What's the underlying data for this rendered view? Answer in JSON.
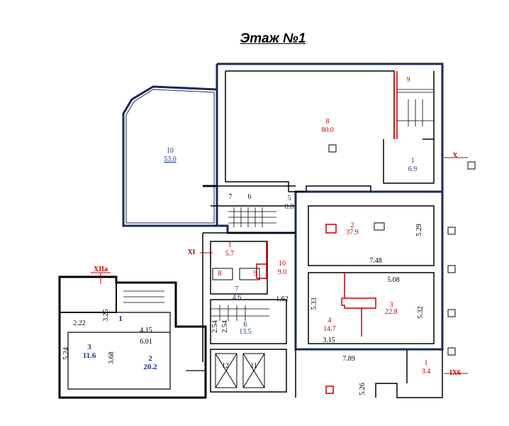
{
  "title": "Этаж №1",
  "rooms": [
    {
      "id": "room-10",
      "num": "10",
      "area": "53.0",
      "color": "blue"
    },
    {
      "id": "room-8",
      "num": "8",
      "area": "80.0",
      "color": "red"
    },
    {
      "id": "room-9",
      "num": "9",
      "area": "",
      "color": "red"
    },
    {
      "id": "room-1-top",
      "num": "1",
      "area": "6.9",
      "color": "blue"
    },
    {
      "id": "room-5",
      "num": "5",
      "area": "8.8",
      "color": "blue"
    },
    {
      "id": "room-2",
      "num": "2",
      "area": "37.9",
      "color": "red"
    },
    {
      "id": "room-1-mid",
      "num": "1",
      "area": "5.7",
      "color": "red"
    },
    {
      "id": "room-10-mid",
      "num": "10",
      "area": "9.0",
      "color": "red"
    },
    {
      "id": "room-7",
      "num": "7",
      "area": "4.6",
      "color": "blue"
    },
    {
      "id": "room-6",
      "num": "6",
      "area": "13.5",
      "color": "blue"
    },
    {
      "id": "room-3",
      "num": "3",
      "area": "22.8",
      "color": "red"
    },
    {
      "id": "room-4",
      "num": "4",
      "area": "14.7",
      "color": "red"
    },
    {
      "id": "room-1-bottom",
      "num": "1",
      "area": "3.4",
      "color": "red"
    },
    {
      "id": "room-3-left",
      "num": "3",
      "area": "11.6",
      "color": "blue"
    },
    {
      "id": "room-2-left",
      "num": "2",
      "area": "20.2",
      "color": "blue"
    },
    {
      "id": "room-1-left",
      "num": "1",
      "area": "",
      "color": "blue"
    }
  ],
  "small_labels": {
    "seven_small": "7",
    "six_small": "6",
    "eight_wc": "8",
    "nine_wc": "9",
    "twelve": "12",
    "eleven": "11"
  },
  "dimensions": {
    "d529": "5.29",
    "d748": "7.48",
    "d508": "5.08",
    "d533": "5.33",
    "d532": "5.32",
    "d315": "3.15",
    "d789": "7.89",
    "d526": "5.26",
    "d162": "1.62",
    "d254a": "2.54",
    "d254b": "2.54",
    "d325": "3.25",
    "d222": "2.22",
    "d415": "4.15",
    "d601": "6.01",
    "d524": "5.24",
    "d368": "3.68"
  },
  "markers": {
    "x": "X",
    "xi": "XI",
    "xiia": "XIIa",
    "ix6": "IX6"
  }
}
